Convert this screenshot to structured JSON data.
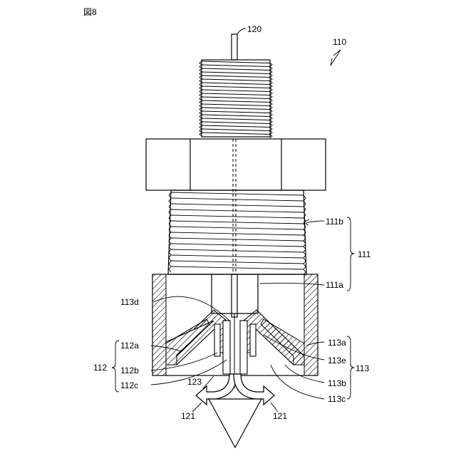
{
  "figure_label": "図8",
  "labels": {
    "l110": "110",
    "l120": "120",
    "l111": "111",
    "l111a": "111a",
    "l111b": "111b",
    "l112": "112",
    "l112a": "112a",
    "l112b": "112b",
    "l112c": "112c",
    "l113": "113",
    "l113a": "113a",
    "l113b": "113b",
    "l113c": "113c",
    "l113d": "113d",
    "l113e": "113e",
    "l121_left": "121",
    "l121_right": "121",
    "l123": "123"
  }
}
